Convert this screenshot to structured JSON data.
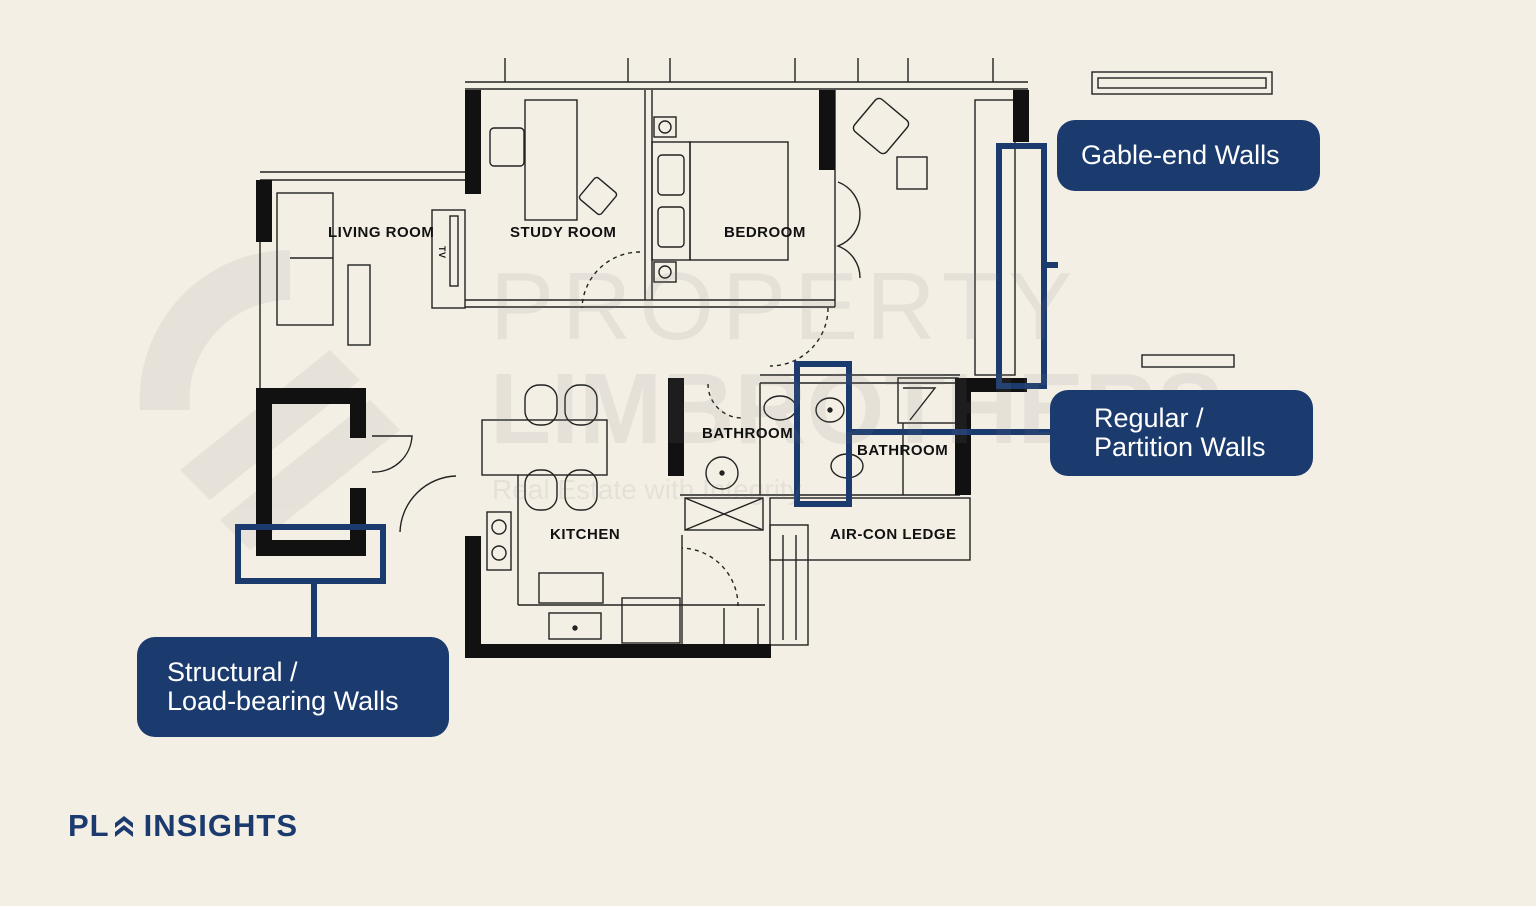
{
  "rooms": {
    "living_room": "LIVING ROOM",
    "study_room": "STUDY ROOM",
    "bedroom": "BEDROOM",
    "bathroom_1": "BATHROOM",
    "bathroom_2": "BATHROOM",
    "kitchen": "KITCHEN",
    "aircon_ledge": "AIR-CON LEDGE",
    "tv": "TV"
  },
  "callouts": {
    "gable_end": {
      "line1": "Gable-end Walls"
    },
    "regular": {
      "line1": "Regular /",
      "line2": "Partition Walls"
    },
    "structural": {
      "line1": "Structural /",
      "line2": "Load-bearing Walls"
    }
  },
  "watermark": {
    "line1": "PROPERTY",
    "line2": "LIMBROTHERS",
    "tagline": "Real Estate with Integrity"
  },
  "brand": {
    "left": "PL",
    "right": "INSIGHTS"
  },
  "colors": {
    "background": "#f4efe5",
    "accent": "#1b3b6f",
    "wall": "#111111"
  }
}
